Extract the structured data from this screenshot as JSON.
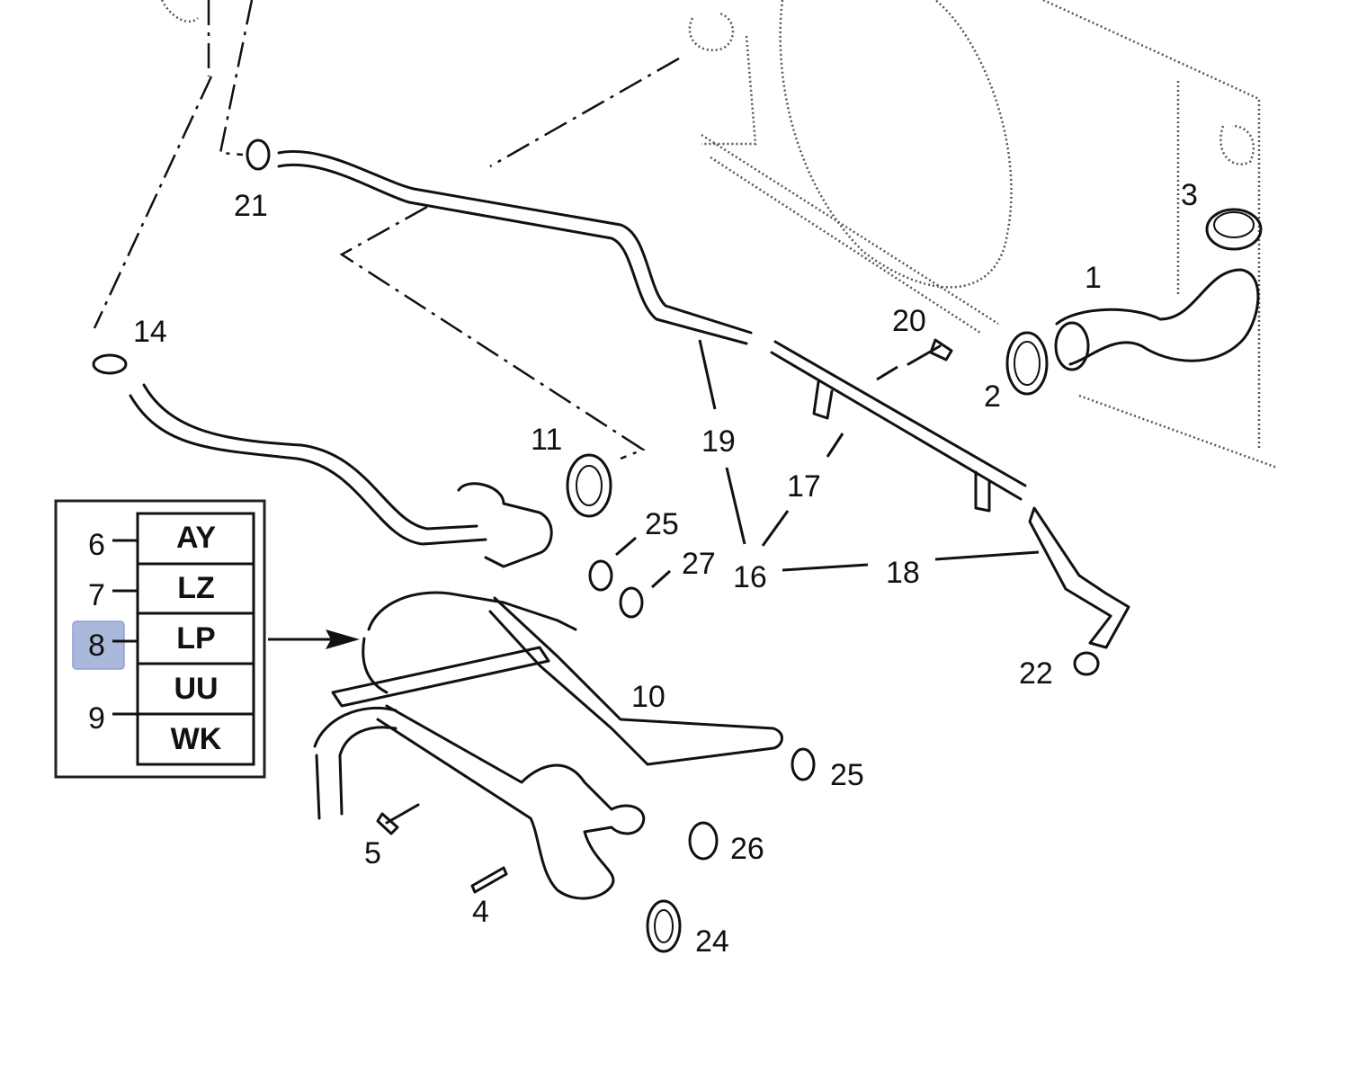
{
  "diagram": {
    "title": "Cooling system hoses exploded view",
    "callouts": [
      "1",
      "2",
      "3",
      "4",
      "5",
      "10",
      "11",
      "14",
      "16",
      "17",
      "18",
      "19",
      "20",
      "21",
      "22",
      "24",
      "25",
      "25",
      "26",
      "27"
    ],
    "variant_table": {
      "rows": [
        {
          "ref": "6",
          "code": "AY"
        },
        {
          "ref": "7",
          "code": "LZ"
        },
        {
          "ref": "8",
          "code": "LP"
        },
        {
          "ref": "",
          "code": "UU"
        },
        {
          "ref": "9",
          "code": "WK"
        }
      ],
      "highlighted_ref": "8",
      "highlight_color": "#aab8dc"
    }
  }
}
